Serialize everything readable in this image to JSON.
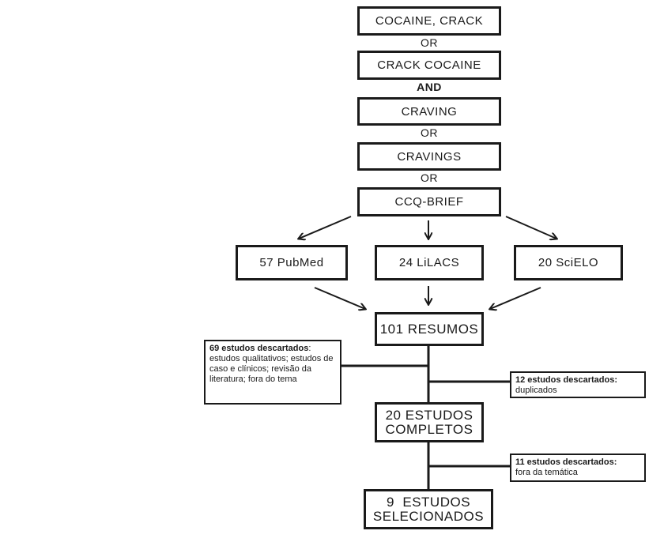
{
  "search_terms": {
    "term1": "COCAINE, CRACK",
    "op1": "OR",
    "term2": "CRACK COCAINE",
    "op2": "AND",
    "term3": "CRAVING",
    "op3": "OR",
    "term4": "CRAVINGS",
    "op4": "OR",
    "term5": "CCQ-BRIEF"
  },
  "databases": {
    "pubmed": "57 PubMed",
    "lilacs": "24 LiLACS",
    "scielo": "20 SciELO"
  },
  "flow": {
    "abstracts": "101 RESUMOS",
    "full_line1": "20 ESTUDOS",
    "full_line2": "COMPLETOS",
    "selected_line1": "9  ESTUDOS",
    "selected_line2": "SELECIONADOS"
  },
  "notes": {
    "discard1_title": "69 estudos descartados",
    "discard1_body": ": estudos qualitativos; estudos de caso e clínicos; revisão da literatura; fora do tema",
    "discard2_title": "12 estudos descartados:",
    "discard2_body": "duplicados",
    "discard3_title": "11 estudos descartados:",
    "discard3_body": "fora da temática"
  }
}
